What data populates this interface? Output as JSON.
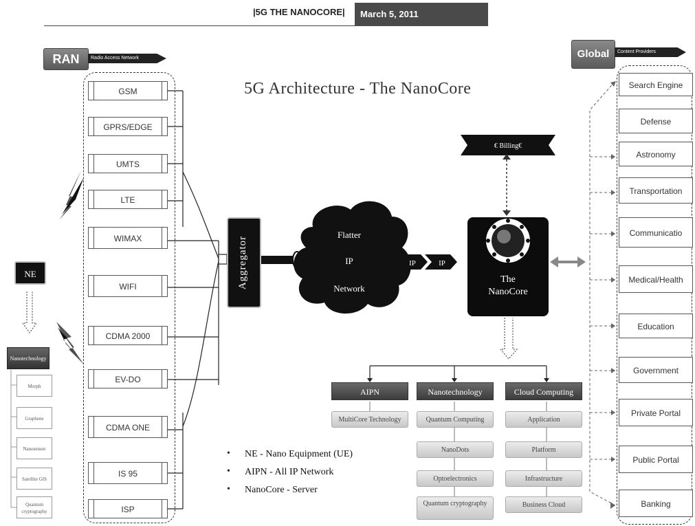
{
  "header": {
    "title": "|5G THE NANOCORE|",
    "date": "March 5, 2011"
  },
  "diagram_title": "5G Architecture - The NanoCore",
  "ran": {
    "tag": "RAN",
    "ribbon": "Radio Access Network",
    "items": [
      "GSM",
      "GPRS/EDGE",
      "UMTS",
      "LTE",
      "WIMAX",
      "WIFI",
      "CDMA 2000",
      "EV-DO",
      "CDMA ONE",
      "IS 95",
      "ISP"
    ]
  },
  "global": {
    "tag": "Global",
    "ribbon": "Content Providers",
    "items": [
      "Search Engine",
      "Defense",
      "Astronomy",
      "Transportation",
      "Communicatio",
      "Medical/Health",
      "Education",
      "Government",
      "Private Portal",
      "Public Portal",
      "Banking"
    ]
  },
  "ne": {
    "label": "NE",
    "header": "Nanotechnology",
    "items": [
      "Morph",
      "Graphene",
      "Nanosensor",
      "Satellite GIS",
      "Quantum cryptography"
    ]
  },
  "aggregator": "Aggregator",
  "cloud": {
    "line1": "Flatter",
    "line2": "IP",
    "line3": "Network"
  },
  "ip_arrows": [
    "IP",
    "IP"
  ],
  "billing": "€ Billing€",
  "nanocore": {
    "line1": "The",
    "line2": "NanoCore"
  },
  "services": [
    {
      "title": "AIPN",
      "items": [
        "MultiCore Technology"
      ]
    },
    {
      "title": "Nanotechnology",
      "items": [
        "Quantum Computing",
        "NanoDots",
        "Optoelectronics",
        "Quantum cryptography"
      ]
    },
    {
      "title": "Cloud Computing",
      "items": [
        "Application",
        "Platform",
        "Infrastructure",
        "Business Cloud"
      ]
    }
  ],
  "legend": [
    "NE - Nano Equipment (UE)",
    "AIPN - All IP Network",
    "NanoCore - Server"
  ]
}
